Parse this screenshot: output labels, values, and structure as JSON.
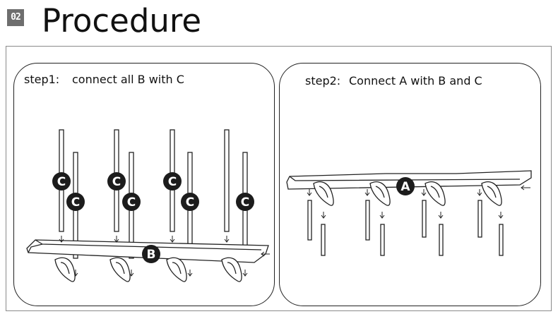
{
  "header": {
    "badge": "02",
    "title": "Procedure"
  },
  "step1": {
    "label": "step1:",
    "text": "connect all B with C",
    "callouts": {
      "part_b": "B",
      "part_c": "C"
    }
  },
  "step2": {
    "label": "step2:",
    "text": "Connect A with B and C",
    "callouts": {
      "part_a": "A"
    }
  }
}
